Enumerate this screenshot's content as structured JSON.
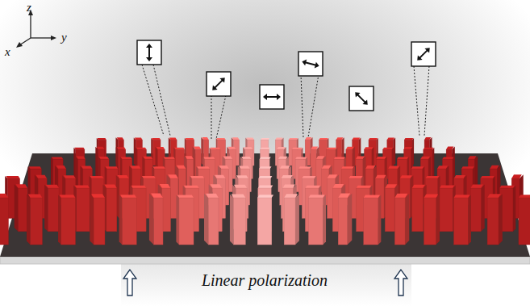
{
  "diagram": {
    "labels": [
      "z",
      "x",
      "y",
      "Linear polarization"
    ]
  }
}
